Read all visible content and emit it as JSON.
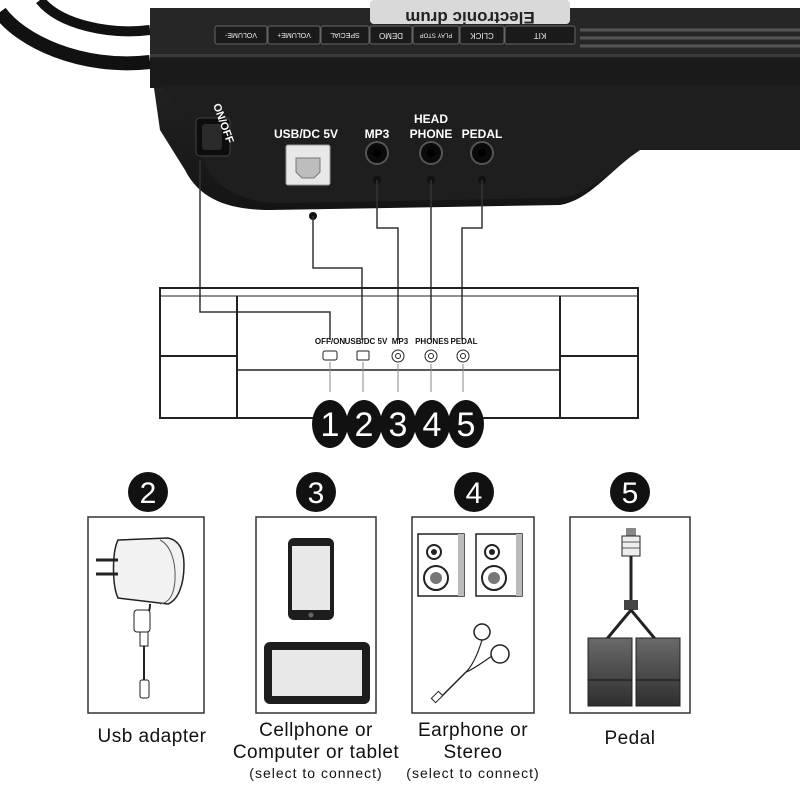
{
  "device": {
    "brand_text": "Electronic drum",
    "buttons": [
      "VOLUME-",
      "VOLUME+",
      "SPECIAL",
      "DEMO",
      "PLAY STOP",
      "CLICK",
      "KIT"
    ],
    "switch_label": "ON/OFF",
    "port_labels": {
      "usb": "USB/DC 5V",
      "mp3": "MP3",
      "headphone_line1": "HEAD",
      "headphone_line2": "PHONE",
      "pedal": "PEDAL"
    }
  },
  "panel": {
    "labels": {
      "switch": "OFF/ON",
      "usb": "USB/DC 5V",
      "mp3": "MP3",
      "phones": "PHONES",
      "pedal": "PEDAL"
    },
    "numbers": [
      "1",
      "2",
      "3",
      "4",
      "5"
    ]
  },
  "accessories": [
    {
      "number": "2",
      "lines": [
        "Usb adapter"
      ]
    },
    {
      "number": "3",
      "lines": [
        "Cellphone or",
        "Computer or tablet",
        "(select to connect)"
      ]
    },
    {
      "number": "4",
      "lines": [
        "Earphone or",
        "Stereo",
        "(select to connect)"
      ]
    },
    {
      "number": "5",
      "lines": [
        "Pedal"
      ]
    }
  ],
  "colors": {
    "device_body": "#1c1c1c",
    "line": "#222222",
    "badge": "#111111"
  }
}
